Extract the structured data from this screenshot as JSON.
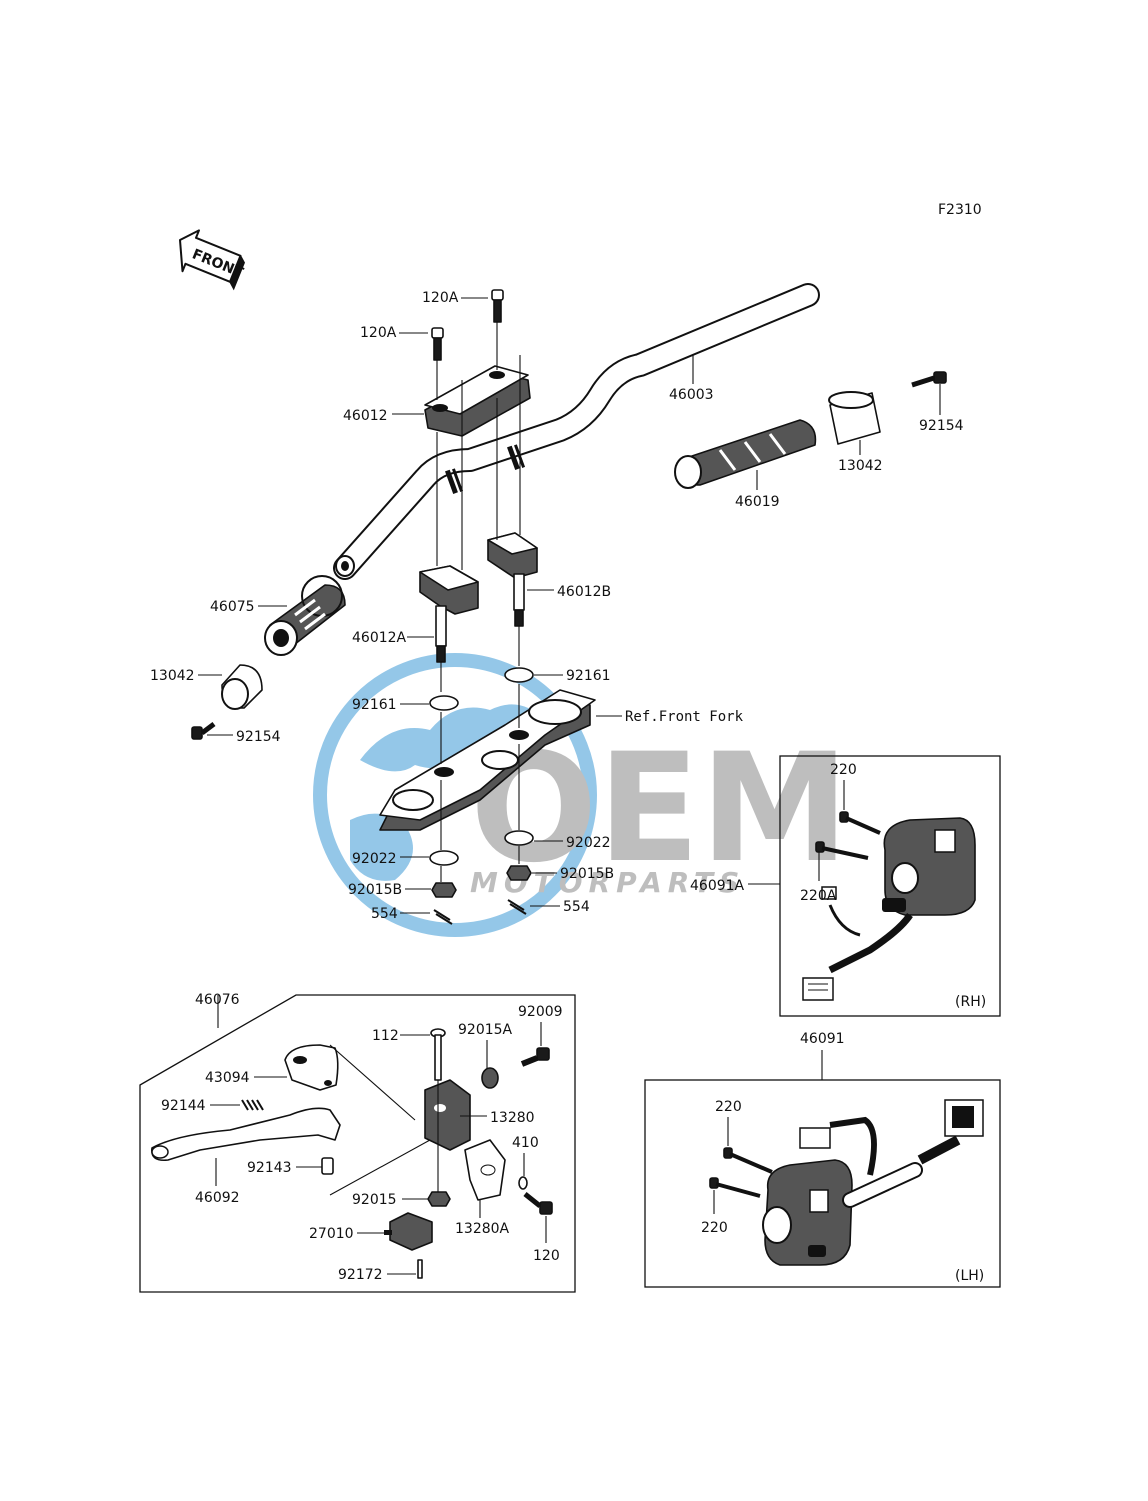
{
  "figure_code": "F2310",
  "front_arrow_text": "FRONT",
  "watermark": {
    "brand": "OEM",
    "sub": "MOTORPARTS",
    "color": "#3d9ad6",
    "gray": "#8a8a8a"
  },
  "labels": {
    "l_120A_top": "120A",
    "l_120A_left": "120A",
    "l_46012": "46012",
    "l_46003": "46003",
    "l_92154_right": "92154",
    "l_13042_right": "13042",
    "l_46019": "46019",
    "l_46075": "46075",
    "l_46012B": "46012B",
    "l_46012A": "46012A",
    "l_13042_left": "13042",
    "l_92161_right": "92161",
    "l_92161_left": "92161",
    "l_ref_front_fork": "Ref.Front Fork",
    "l_92154_left": "92154",
    "l_92022_right": "92022",
    "l_92022_left": "92022",
    "l_92015B_right": "92015B",
    "l_92015B_left": "92015B",
    "l_554_left": "554",
    "l_554_right": "554",
    "l_220_rh": "220",
    "l_220A_rh": "220A",
    "l_46091A": "46091A",
    "rh_tag": "(RH)",
    "l_46076": "46076",
    "l_92009": "92009",
    "l_112": "112",
    "l_92015A": "92015A",
    "l_43094": "43094",
    "l_92144": "92144",
    "l_13280": "13280",
    "l_410": "410",
    "l_92143": "92143",
    "l_46092": "46092",
    "l_92015": "92015",
    "l_13280A": "13280A",
    "l_27010": "27010",
    "l_120": "120",
    "l_92172": "92172",
    "l_46091": "46091",
    "l_220_lh_top": "220",
    "l_220_lh_bottom": "220",
    "lh_tag": "(LH)"
  }
}
